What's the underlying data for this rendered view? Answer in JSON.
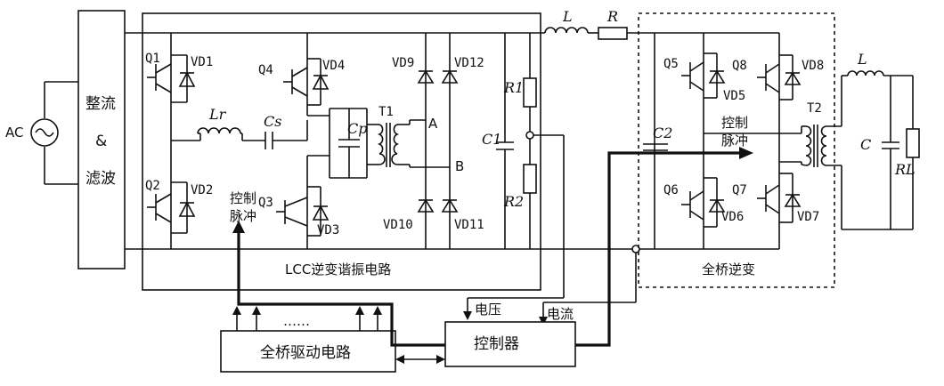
{
  "labels": {
    "ac": "AC",
    "rect1": "整流",
    "rect2": "&",
    "rect3": "滤波",
    "q1": "Q1",
    "q2": "Q2",
    "q3": "Q3",
    "q4": "Q4",
    "q5": "Q5",
    "q6": "Q6",
    "q7": "Q7",
    "q8": "Q8",
    "vd1": "VD1",
    "vd2": "VD2",
    "vd3": "VD3",
    "vd4": "VD4",
    "vd5": "VD5",
    "vd6": "VD6",
    "vd7": "VD7",
    "vd8": "VD8",
    "vd9": "VD9",
    "vd10": "VD10",
    "vd11": "VD11",
    "vd12": "VD12",
    "lr": "Lr",
    "cs": "Cs",
    "cp": "Cp",
    "t1": "T1",
    "t2": "T2",
    "node_a": "A",
    "node_b": "B",
    "c1": "C1",
    "c2": "C2",
    "r1": "R1",
    "r2": "R2",
    "l_top": "L",
    "r_top": "R",
    "l_out": "L",
    "c_out": "C",
    "rl": "RL",
    "ctrl_pulse_left_1": "控制",
    "ctrl_pulse_left_2": "脉冲",
    "ctrl_pulse_right_1": "控制",
    "ctrl_pulse_right_2": "脉冲",
    "lcc_title": "LCC逆变谐振电路",
    "fb_title": "全桥逆变",
    "voltage": "电压",
    "current": "电流",
    "dots": "……",
    "driver": "全桥驱动电路",
    "controller": "控制器"
  }
}
